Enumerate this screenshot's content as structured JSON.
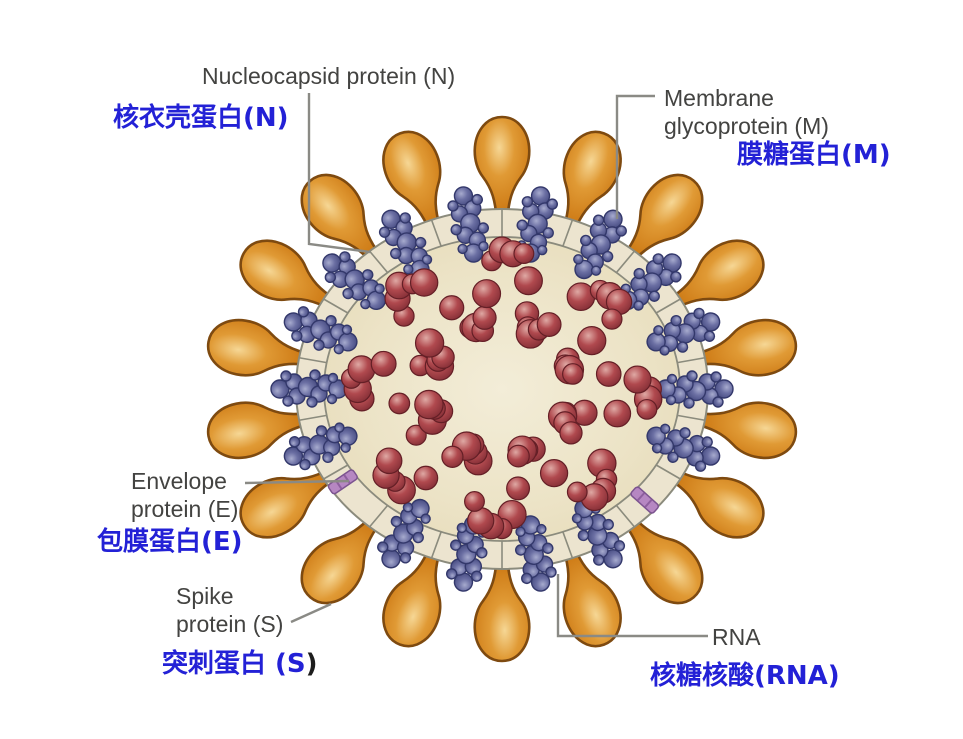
{
  "page": {
    "background": "#ffffff",
    "description": "Coronavirus structure diagram with English and Chinese labels"
  },
  "labels": {
    "nucleocapsid": {
      "en": "Nucleocapsid protein (N)",
      "zh": "核衣壳蛋白(N)"
    },
    "membrane": {
      "en1": "Membrane",
      "en2": "glycoprotein (M)",
      "zh": "膜糖蛋白(M)"
    },
    "envelope": {
      "en1": "Envelope",
      "en2": "protein (E)",
      "zh": "包膜蛋白(E)"
    },
    "spike": {
      "en1": "Spike",
      "en2": "protein (S)",
      "zh": "突刺蛋白 (S",
      "zh_suffix": ")"
    },
    "rna": {
      "en": "RNA",
      "zh": "核糖核酸(RNA)"
    }
  },
  "figure": {
    "type": "coronavirus-structure-diagram",
    "spike_count": 18,
    "m_cluster_count": 16,
    "envelope_segment_count": 2,
    "rna_bead_count": 84,
    "colors": {
      "spike_fill": "#d98a28",
      "spike_highlight": "#f6d795",
      "spike_mid": "#e09a35",
      "spike_deep": "#c0701a",
      "spike_outline": "#7e4a10",
      "membrane_band": "#ece4cf",
      "membrane_outline": "#8b8b7d",
      "core_fill": "#e7ddbd",
      "core_center": "#f3edd8",
      "m_protein_light": "#a7abce",
      "m_protein": "#6b6fa3",
      "m_protein_deep": "#41467c",
      "m_protein_outline": "#33386b",
      "rna_bead_light": "#dfa9a4",
      "rna_bead": "#b0494e",
      "rna_bead_deep": "#7c2a32",
      "rna_bead_outline": "#641f26",
      "envelope_protein": "#b687c2",
      "envelope_protein_stripe": "#8e5f9e",
      "envelope_protein_outline": "#7c5490",
      "label_en": "#434341",
      "label_zh": "#2321d6",
      "leader_line": "#8a8a85"
    }
  }
}
